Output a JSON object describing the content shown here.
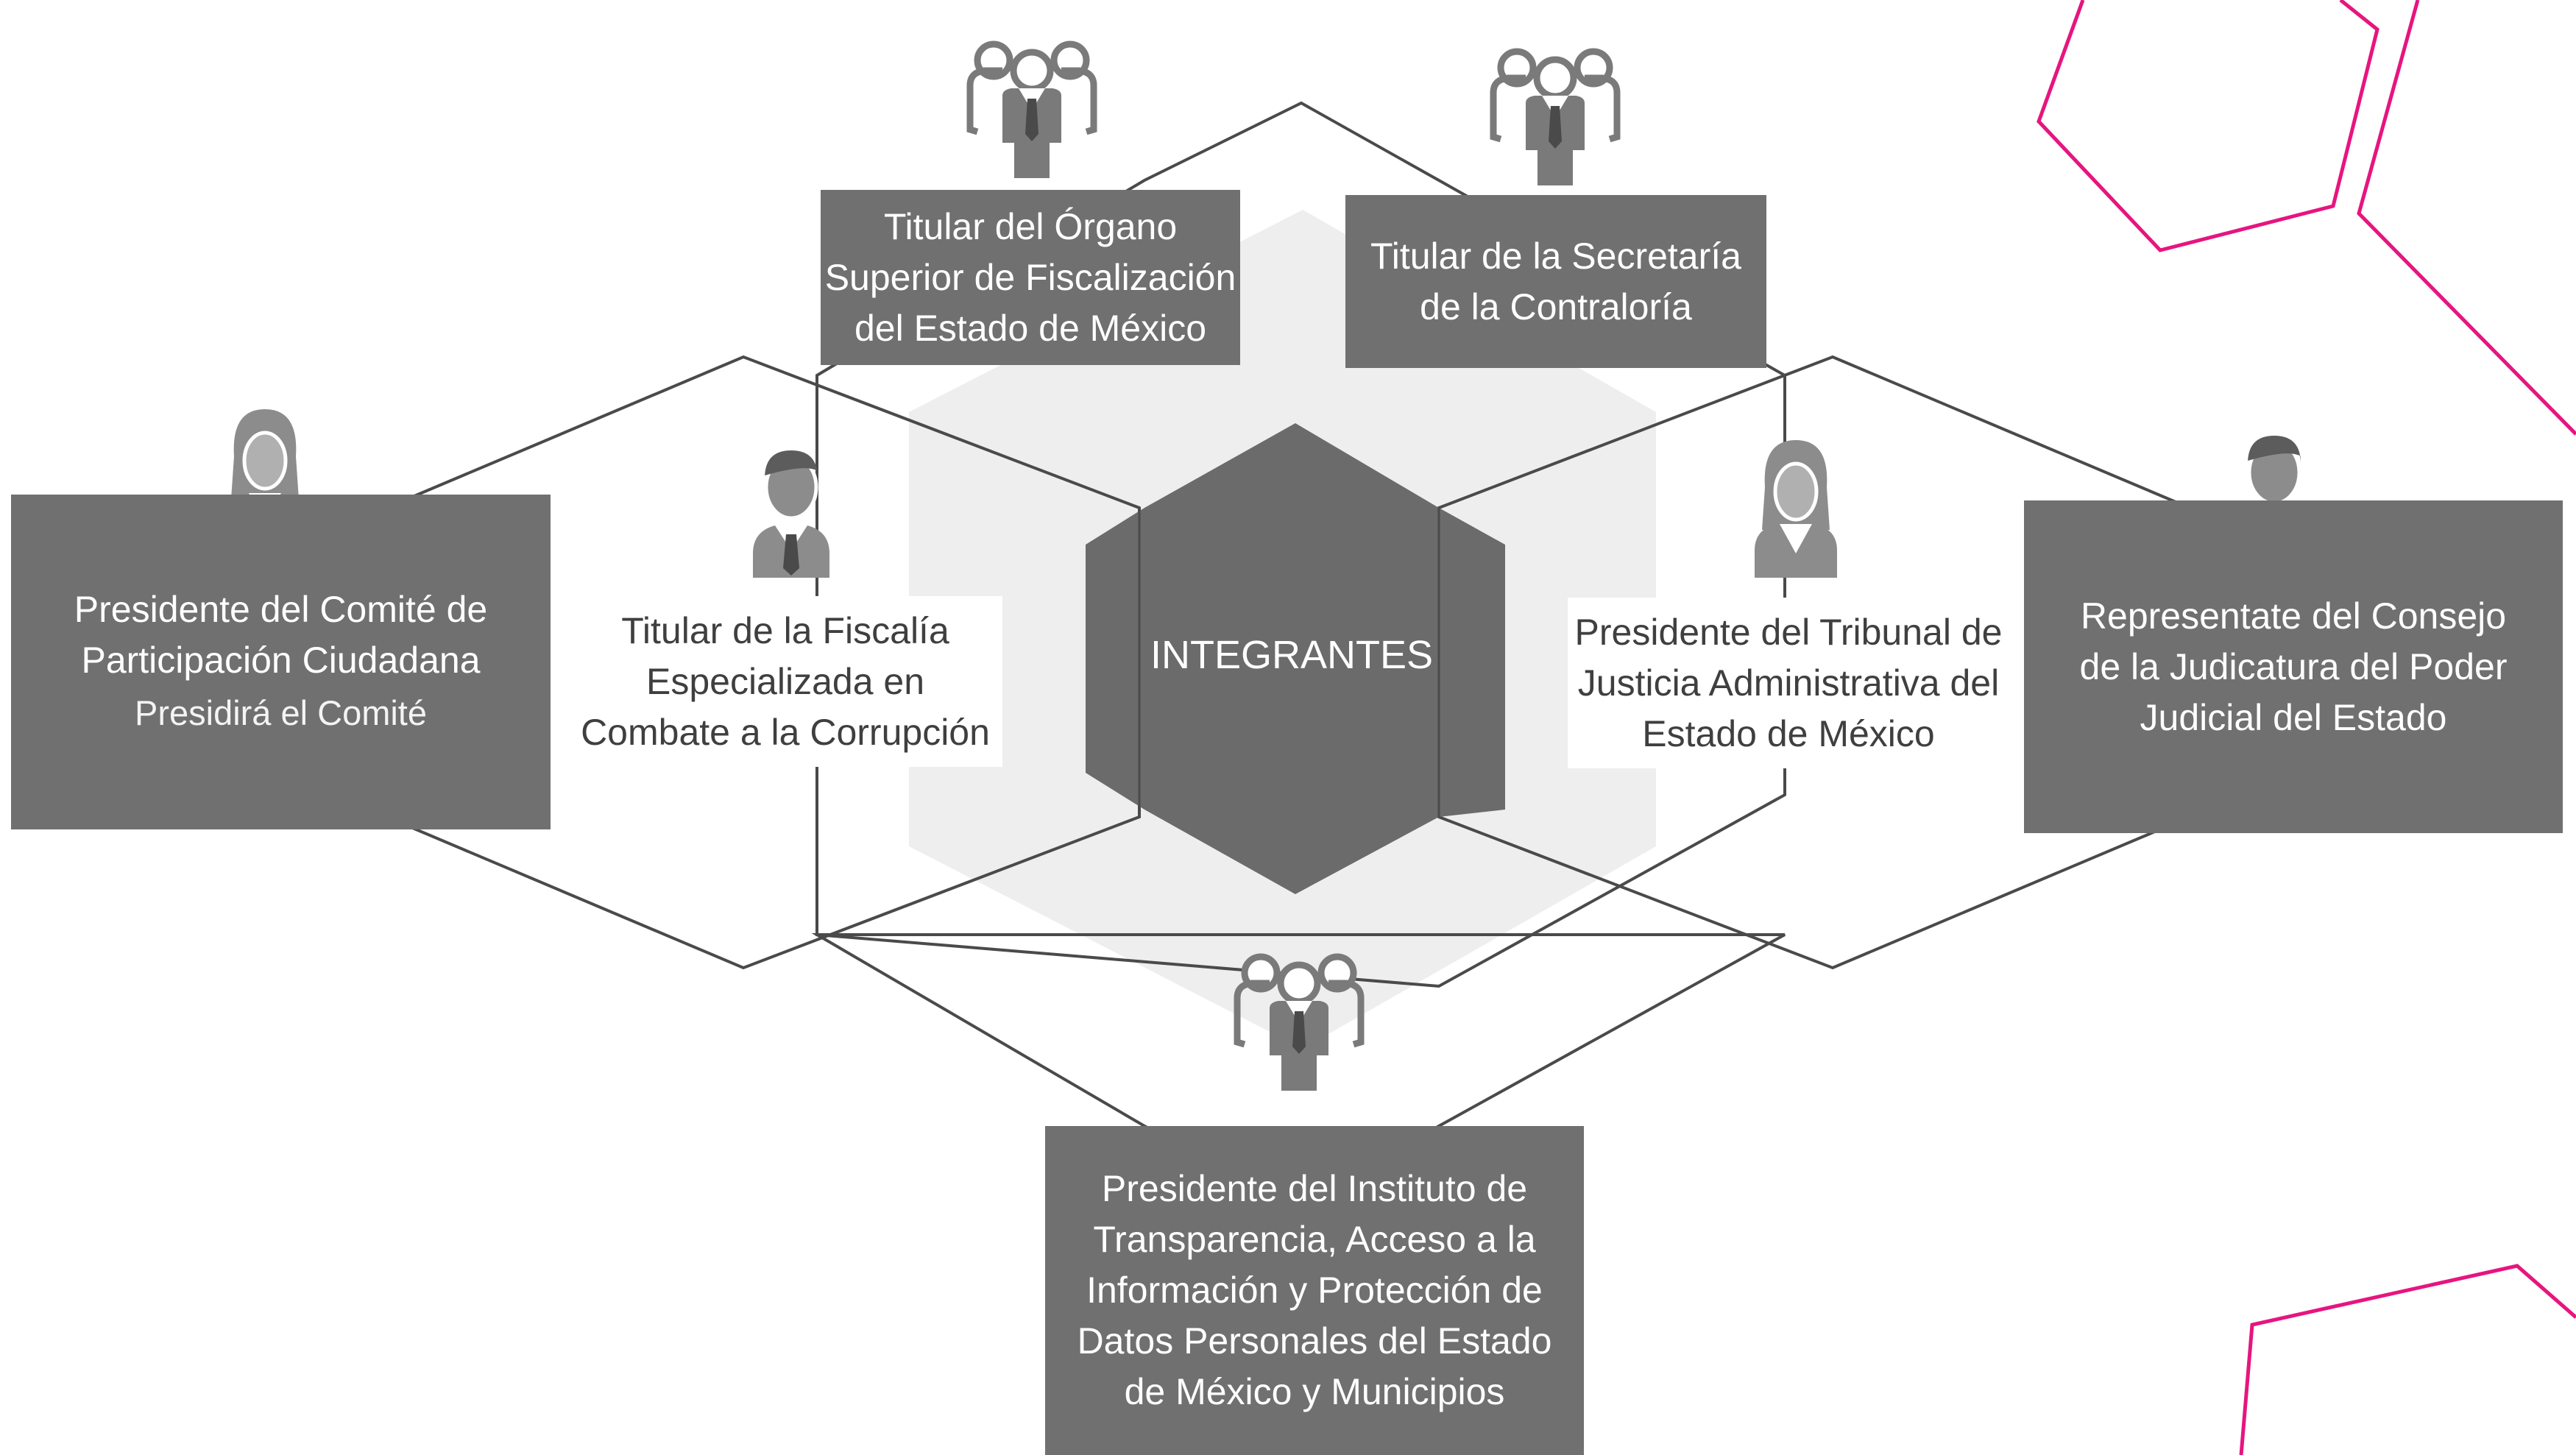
{
  "diagram": {
    "center_label": "INTEGRANTES",
    "members": [
      {
        "id": "contraloria_organo",
        "lines": [
          "Titular del Órgano",
          "Superior de Fiscalización",
          "del Estado de México"
        ],
        "icon": "group-people-icon"
      },
      {
        "id": "contraloria_secretaria",
        "lines": [
          "Titular de la Secretaría",
          "de la Contraloría"
        ],
        "icon": "group-people-icon"
      },
      {
        "id": "comite_participacion",
        "lines": [
          "Presidente del Comité de",
          "Participación Ciudadana"
        ],
        "subtitle": "Presidirá el Comité",
        "icon": "woman-icon"
      },
      {
        "id": "fiscalia",
        "lines": [
          "Titular de la Fiscalía",
          "Especializada en",
          "Combate a la Corrupción"
        ],
        "icon": "man-icon"
      },
      {
        "id": "tribunal",
        "lines": [
          "Presidente del Tribunal de",
          "Justicia Administrativa del",
          "Estado de México"
        ],
        "icon": "woman-icon"
      },
      {
        "id": "judicatura",
        "lines": [
          "Representate del Consejo",
          "de la Judicatura del Poder",
          "Judicial del Estado"
        ],
        "icon": "man-icon"
      },
      {
        "id": "transparencia",
        "lines": [
          "Presidente del Instituto de",
          "Transparencia, Acceso a la",
          "Información y Protección de",
          "Datos Personales del Estado",
          "de México y Municipios"
        ],
        "icon": "group-people-icon"
      }
    ],
    "colors": {
      "box_dark": "#707070",
      "center_hexagon": "#6b6b6b",
      "background_hexagon": "#eeeeee",
      "connector_lines": "#4a4a4a",
      "icon_fill": "#8c8c8c",
      "accent_outline": "#e6157f"
    }
  }
}
